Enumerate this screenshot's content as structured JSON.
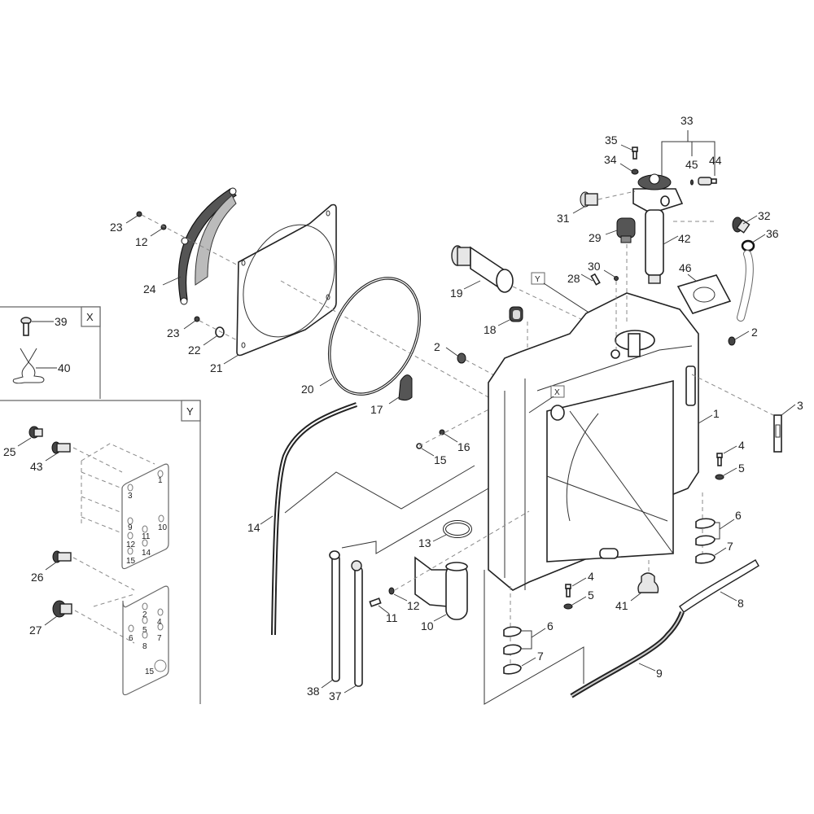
{
  "diagram": {
    "type": "exploded-parts-view",
    "callouts": {
      "c1": "1",
      "c2a": "2",
      "c2b": "2",
      "c3": "3",
      "c4a": "4",
      "c4b": "4",
      "c5a": "5",
      "c5b": "5",
      "c6a": "6",
      "c6b": "6",
      "c7a": "7",
      "c7b": "7",
      "c8": "8",
      "c9": "9",
      "c10": "10",
      "c11": "11",
      "c12a": "12",
      "c12b": "12",
      "c13": "13",
      "c14": "14",
      "c15": "15",
      "c16": "16",
      "c17": "17",
      "c18": "18",
      "c19": "19",
      "c20": "20",
      "c21": "21",
      "c22": "22",
      "c23a": "23",
      "c23b": "23",
      "c24": "24",
      "c28": "28",
      "c29": "29",
      "c30": "30",
      "c31": "31",
      "c32": "32",
      "c33": "33",
      "c34": "34",
      "c35": "35",
      "c36": "36",
      "c37": "37",
      "c38": "38",
      "c41": "41",
      "c42": "42",
      "c44": "44",
      "c45": "45",
      "c46": "46"
    },
    "view_markers": {
      "x": "X",
      "y": "Y"
    }
  },
  "inset_x": {
    "title": "X",
    "callouts": {
      "c39": "39",
      "c40": "40"
    }
  },
  "inset_y": {
    "title": "Y",
    "callouts": {
      "c25": "25",
      "c43": "43",
      "c26": "26",
      "c27": "27"
    },
    "upper_plate_ports": [
      "1",
      "3",
      "9",
      "10",
      "11",
      "12",
      "14",
      "15"
    ],
    "lower_plate_ports": [
      "2",
      "4",
      "5",
      "6",
      "7",
      "8",
      "15"
    ]
  }
}
